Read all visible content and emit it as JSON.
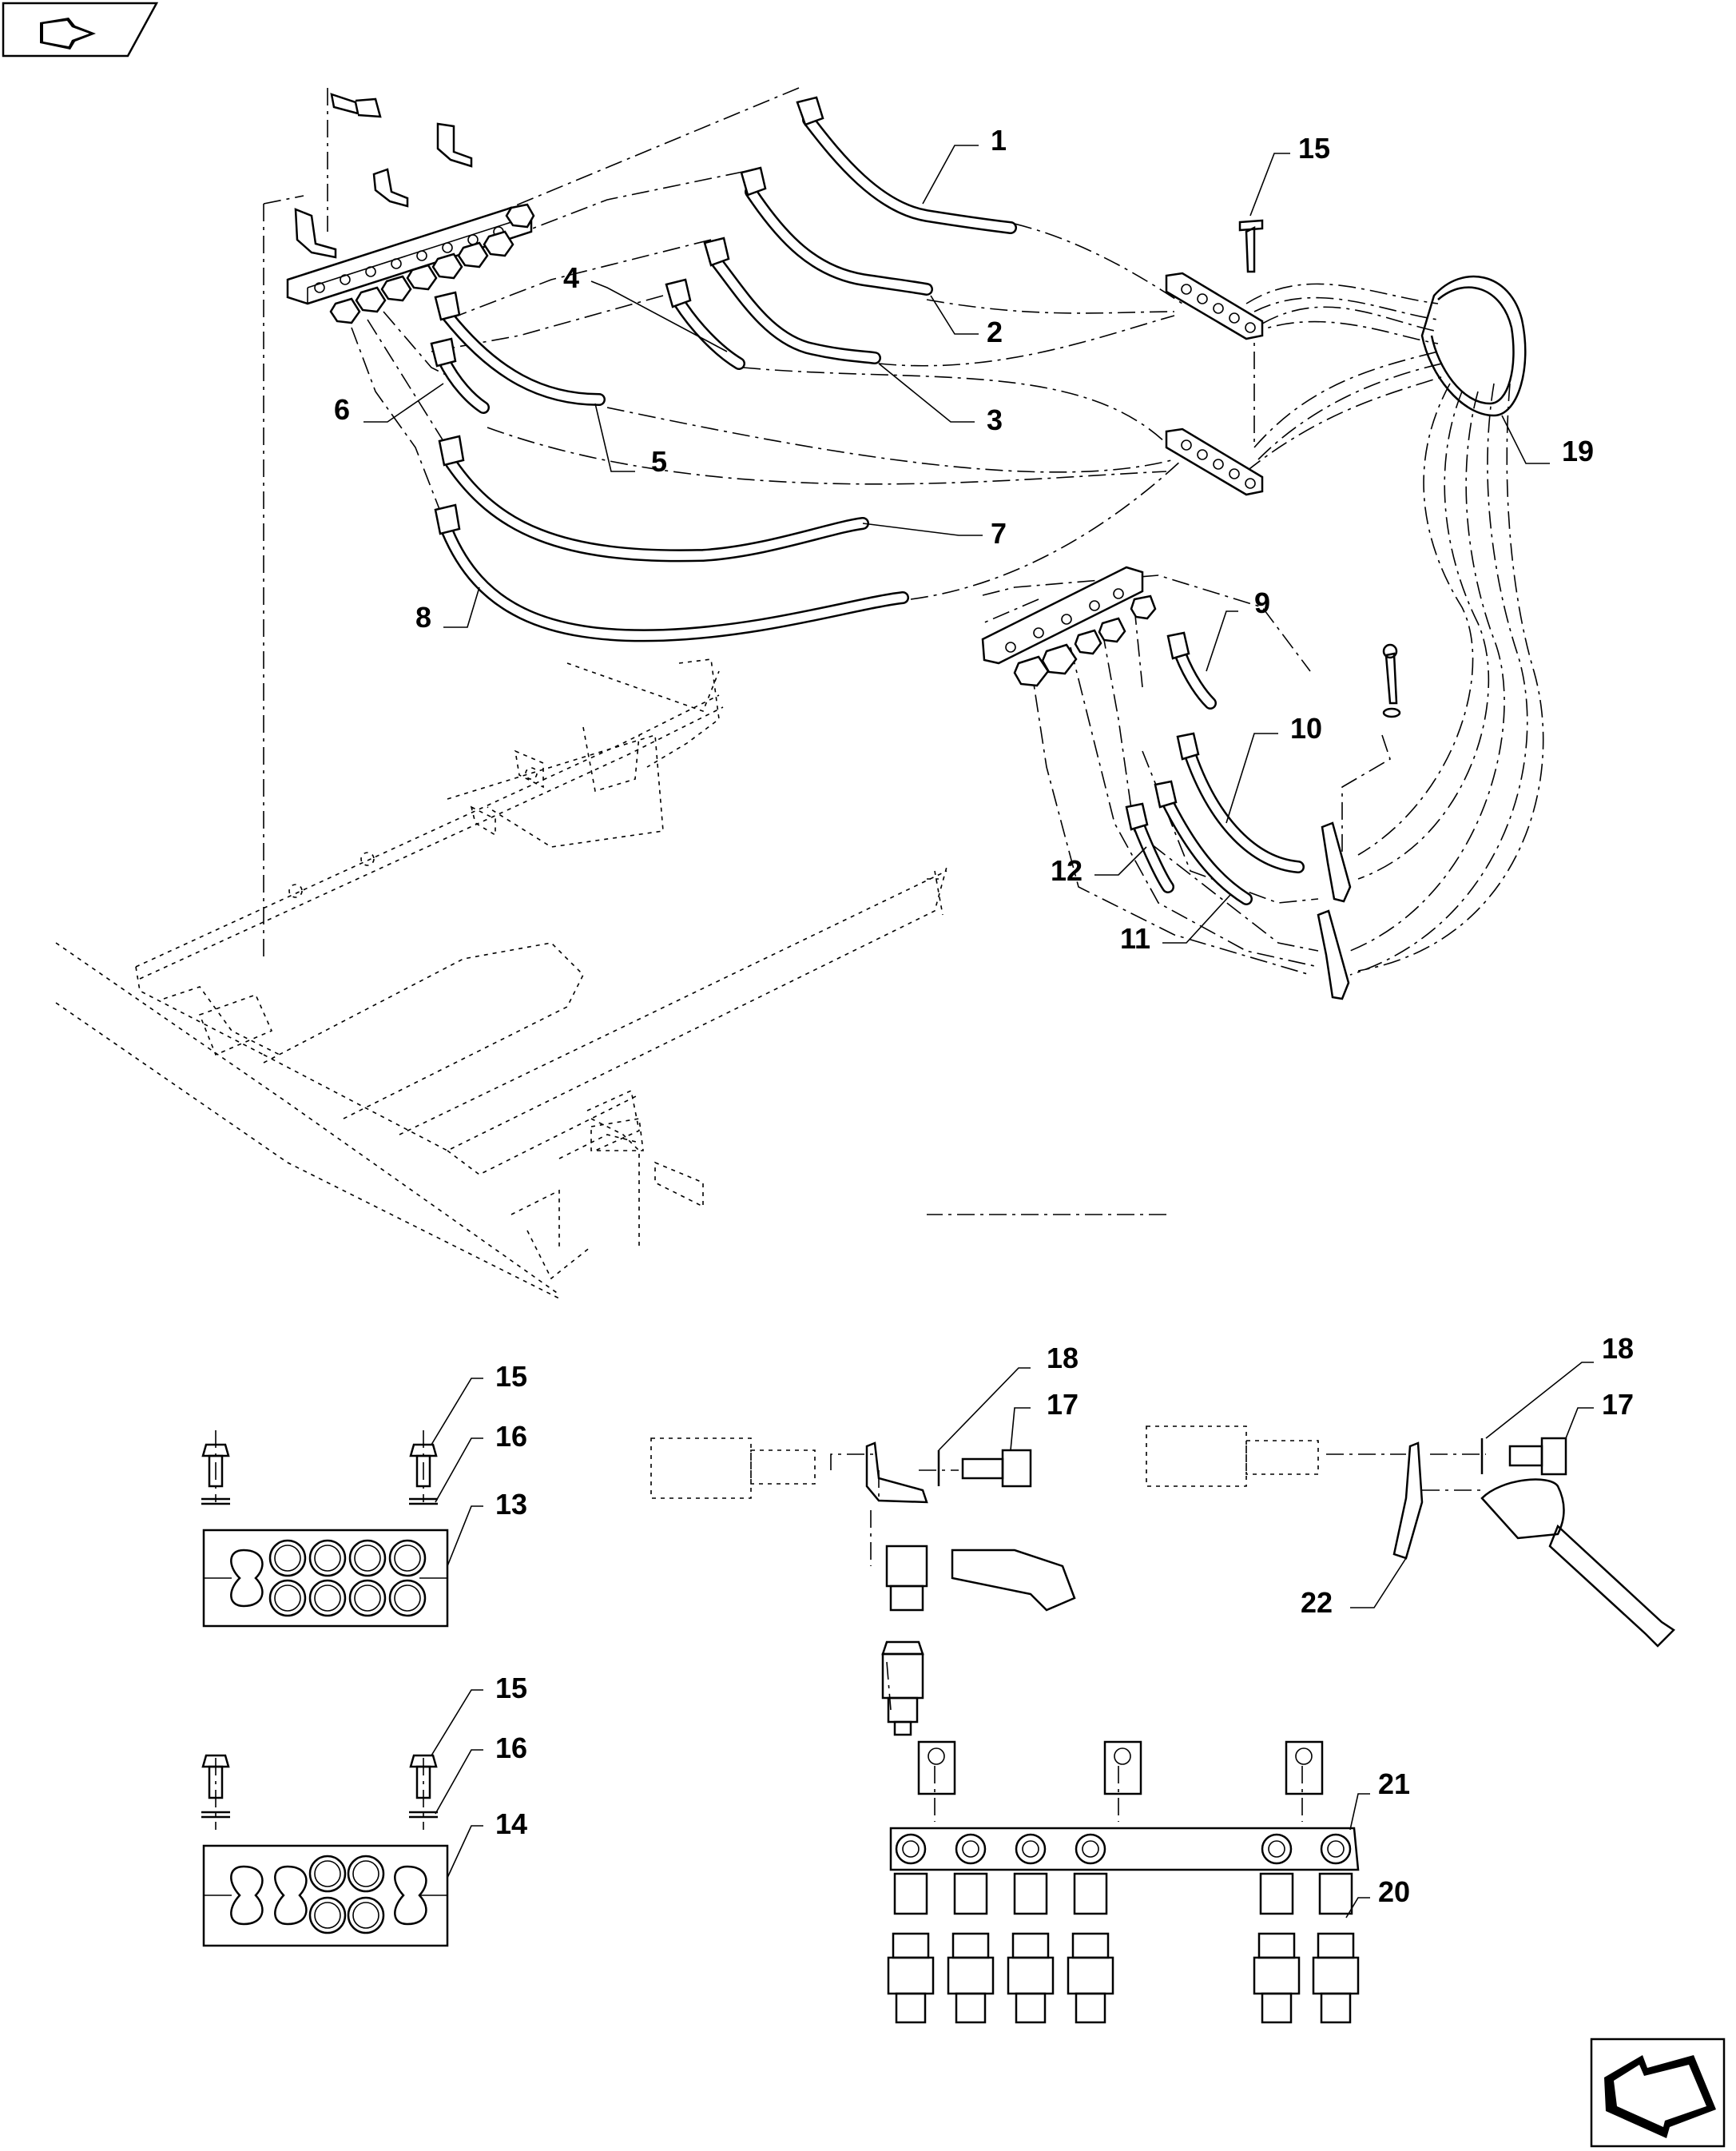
{
  "diagram": {
    "nav_icons": {
      "top_left": "arrow-left-icon",
      "bottom_right": "arrow-right-icon"
    },
    "callouts": [
      "1",
      "2",
      "3",
      "4",
      "5",
      "6",
      "7",
      "8",
      "9",
      "10",
      "11",
      "12",
      "13",
      "14",
      "15",
      "15",
      "15",
      "16",
      "16",
      "17",
      "17",
      "18",
      "18",
      "19",
      "20",
      "21",
      "22"
    ]
  }
}
